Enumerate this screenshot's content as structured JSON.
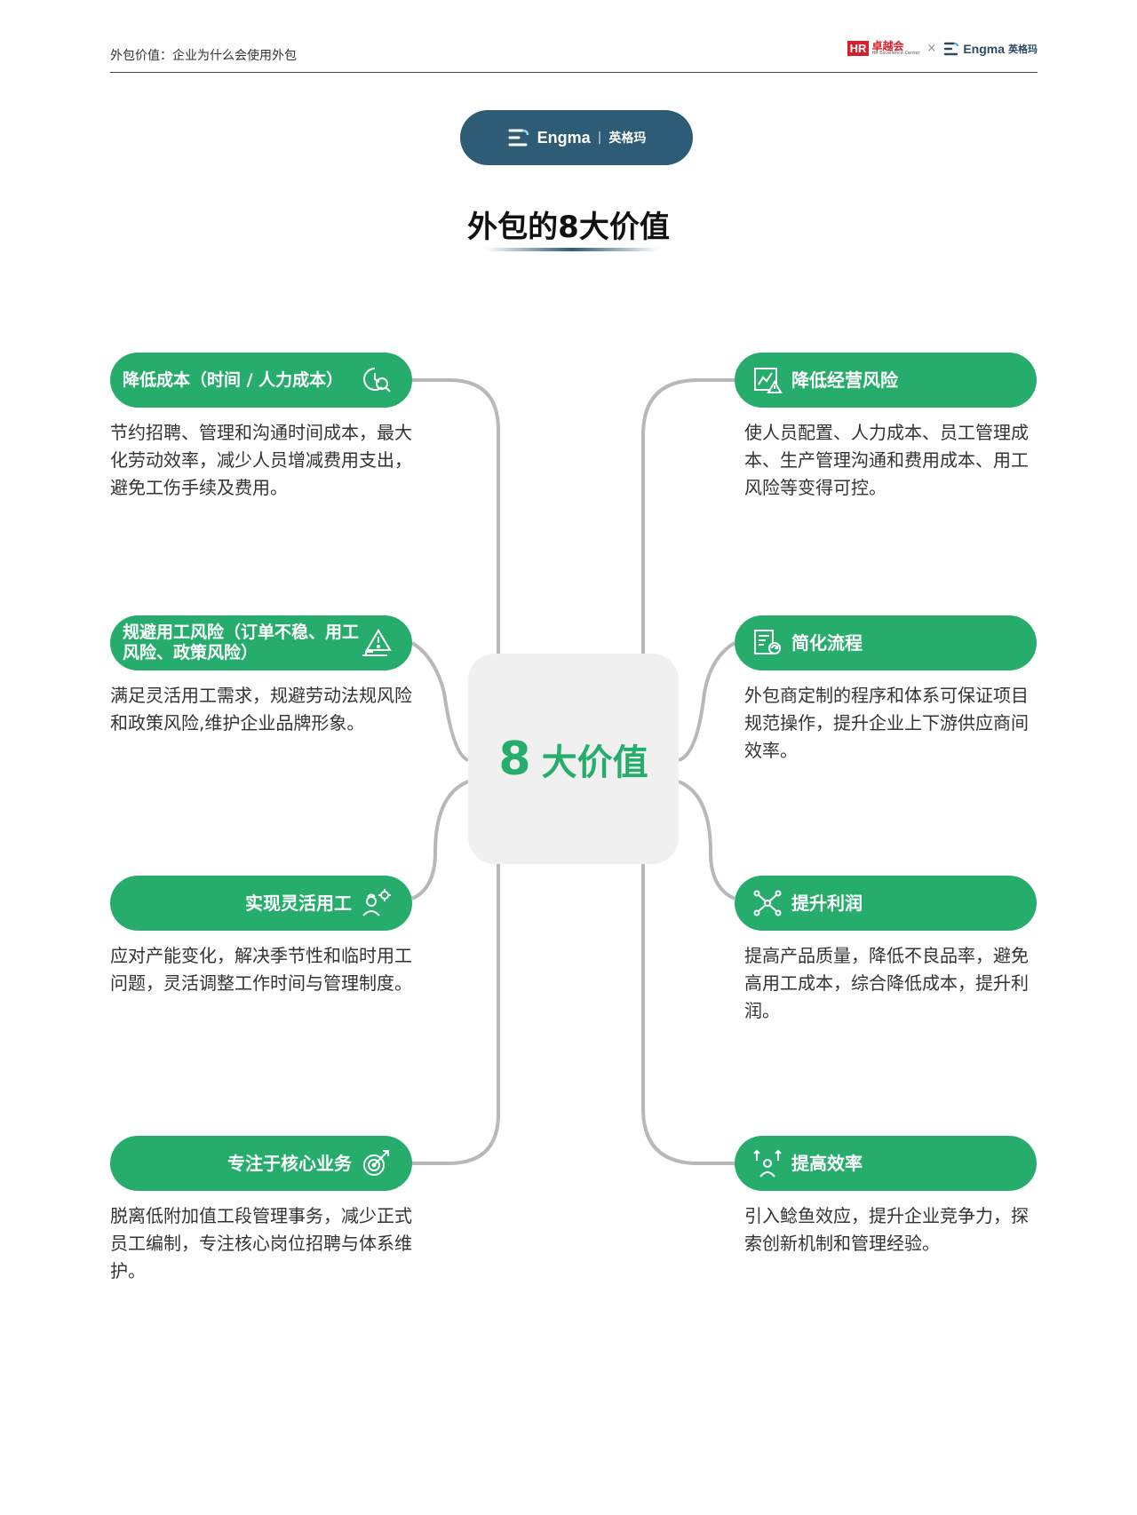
{
  "header": {
    "title": "外包价值：企业为什么会使用外包",
    "hr_logo_badge": "HR",
    "hr_logo_cn": "卓越会",
    "hr_logo_en": "HR Excellence Center",
    "times": "×",
    "engma_name": "Engma",
    "engma_cn": "英格玛"
  },
  "brand_pill": {
    "name": "Engma",
    "sep": "|",
    "cn": "英格玛"
  },
  "title": "外包的8大价值",
  "center": {
    "number": "8",
    "label": "大价值"
  },
  "items": [
    {
      "title": "降低成本（时间 / 人力成本）",
      "icon": "cost-time-icon",
      "desc": "节约招聘、管理和沟通时间成本，最大化劳动效率，减少人员增减费用支出，避免工伤手续及费用。"
    },
    {
      "title": "降低经营风险",
      "icon": "chart-warning-icon",
      "desc": "使人员配置、人力成本、员工管理成本、生产管理沟通和费用成本、用工风险等变得可控。"
    },
    {
      "title": "规避用工风险（订单不稳、用工风险、政策风险）",
      "icon": "warning-hand-icon",
      "desc": "满足灵活用工需求，规避劳动法规风险和政策风险,维护企业品牌形象。"
    },
    {
      "title": "简化流程",
      "icon": "process-document-icon",
      "desc": "外包商定制的程序和体系可保证项目规范操作，提升企业上下游供应商间效率。"
    },
    {
      "title": "实现灵活用工",
      "icon": "worker-gear-icon",
      "desc": "应对产能变化，解决季节性和临时用工问题，灵活调整工作时间与管理制度。"
    },
    {
      "title": "提升利润",
      "icon": "network-profit-icon",
      "desc": "提高产品质量，降低不良品率，避免高用工成本，综合降低成本，提升利润。"
    },
    {
      "title": "专注于核心业务",
      "icon": "target-icon",
      "desc": "脱离低附加值工段管理事务，减少正式员工编制，专注核心岗位招聘与体系维护。"
    },
    {
      "title": "提高效率",
      "icon": "person-arrows-up-icon",
      "desc": "引入鲶鱼效应，提升企业竞争力，探索创新机制和管理经验。"
    }
  ]
}
